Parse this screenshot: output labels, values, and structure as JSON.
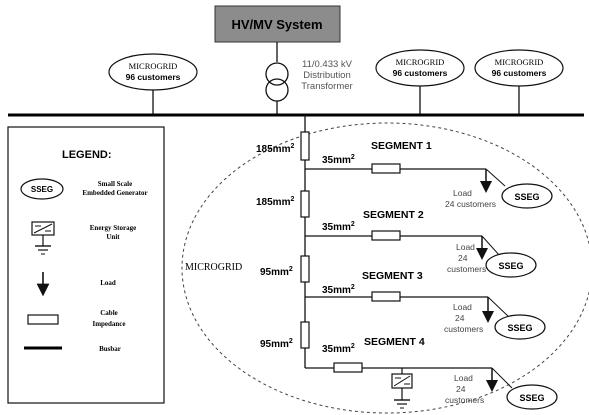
{
  "system": {
    "label": "HV/MV System"
  },
  "transformer": {
    "line1": "11/0.433 kV",
    "line2": "Distribution",
    "line3": "Transformer"
  },
  "external_microgrids": [
    {
      "title": "MICROGRID",
      "customers": "96 customers"
    },
    {
      "title": "MICROGRID",
      "customers": "96 customers"
    },
    {
      "title": "MICROGRID",
      "customers": "96 customers"
    }
  ],
  "microgrid_label": "MICROGRID",
  "trunk_cables": [
    "185mm",
    "185mm",
    "95mm",
    "95mm"
  ],
  "trunk_cable_superscript": "2",
  "segments": [
    {
      "name": "SEGMENT 1",
      "cable": "35mm",
      "load_word": "Load",
      "load_count": "",
      "load_customers": "24 customers",
      "sseg": "SSEG"
    },
    {
      "name": "SEGMENT 2",
      "cable": "35mm",
      "load_word": "Load",
      "load_count": "24",
      "load_customers": "customers",
      "sseg": "SSEG"
    },
    {
      "name": "SEGMENT 3",
      "cable": "35mm",
      "load_word": "Load",
      "load_count": "24",
      "load_customers": "customers",
      "sseg": "SSEG"
    },
    {
      "name": "SEGMENT 4",
      "cable": "35mm",
      "load_word": "Load",
      "load_count": "24",
      "load_customers": "customers",
      "sseg": "SSEG"
    }
  ],
  "segment_cable_superscript": "2",
  "legend": {
    "title": "LEGEND:",
    "sseg_symbol": "SSEG",
    "sseg_desc_1": "Small Scale",
    "sseg_desc_2": "Embedded Generator",
    "storage_desc_1": "Energy Storage",
    "storage_desc_2": "Unit",
    "load_desc": "Load",
    "cable_desc_1": "Cable",
    "cable_desc_2": "Impedance",
    "busbar_desc": "Busbar"
  },
  "colors": {
    "system_box": "#8c8c8c",
    "line": "#111111"
  }
}
